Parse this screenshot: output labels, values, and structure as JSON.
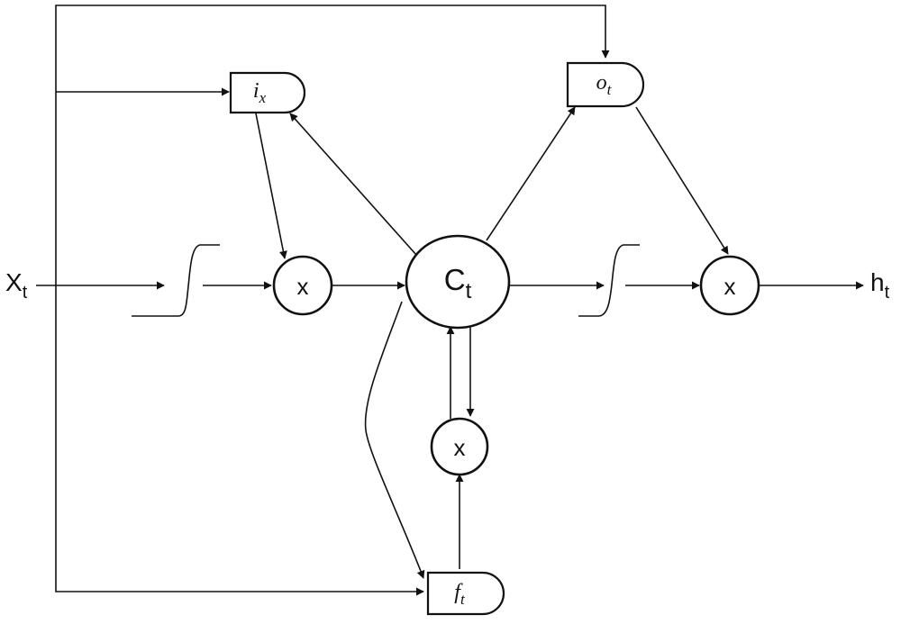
{
  "inputs": {
    "x_main": "X",
    "x_sub": "t",
    "h_main": "h",
    "h_sub": "t"
  },
  "cell": {
    "main": "C",
    "sub": "t"
  },
  "gates": {
    "input": {
      "main": "i",
      "sub": "x"
    },
    "output": {
      "main": "o",
      "sub": "t"
    },
    "forget": {
      "main": "f",
      "sub": "t"
    }
  },
  "multipliers": {
    "input_label": "x",
    "output_label": "x",
    "forget_label": "x"
  },
  "colors": {
    "stroke": "#111111",
    "background": "#ffffff"
  }
}
